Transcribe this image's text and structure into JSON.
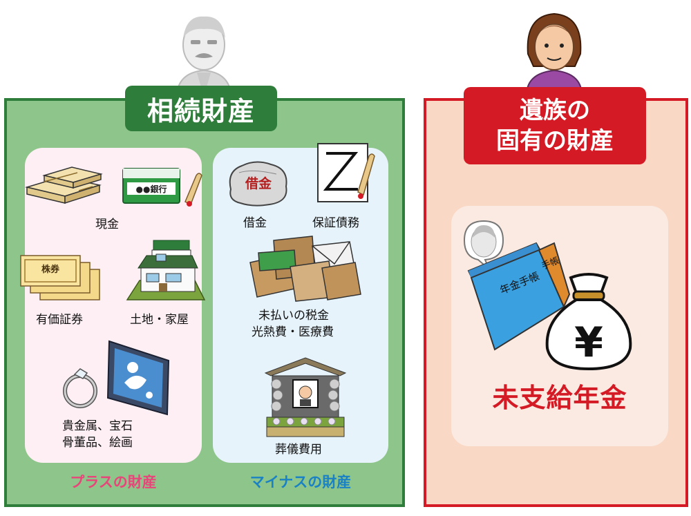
{
  "inheritance": {
    "title": "相続財産",
    "plus": {
      "items": [
        {
          "label": "現金"
        },
        {
          "label": "有価証券"
        },
        {
          "label": "土地・家屋"
        },
        {
          "label_lines": [
            "貴金属、宝石",
            "骨董品、絵画"
          ]
        }
      ],
      "footer": "プラスの財産",
      "bank_passbook_text": "●●銀行",
      "stock_text": "株券"
    },
    "minus": {
      "items": [
        {
          "label": "借金"
        },
        {
          "label": "保証債務"
        },
        {
          "label_lines": [
            "未払いの税金",
            "光熱費・医療費"
          ]
        },
        {
          "label": "葬儀費用"
        }
      ],
      "footer": "マイナスの財産",
      "debt_bag_text": "借金"
    }
  },
  "bereaved": {
    "title_lines": [
      "遺族の",
      "固有の財産"
    ],
    "pension_book_text": "年金手帳",
    "pension_book_spine_text": "手帳",
    "money_bag_symbol": "¥",
    "item_label": "未支給年金"
  },
  "colors": {
    "green_panel": "#8ec58a",
    "green_dark": "#2e7d3b",
    "red": "#d41a24",
    "pink_footer": "#e8457a",
    "blue_footer": "#1a82c4"
  }
}
